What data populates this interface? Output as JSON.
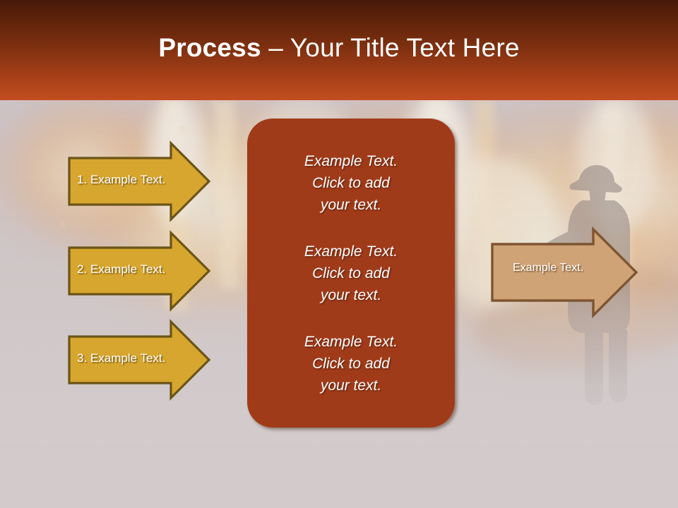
{
  "slide": {
    "title": {
      "bold_part": "Process",
      "rest_part": " – Your Title Text Here"
    },
    "background": {
      "description": "firefighter-spraying-hose-at-fire",
      "base_color": "#d2cacb"
    },
    "theme": {
      "title_gradient_top": "#46190a",
      "title_gradient_bottom": "#c24d20",
      "center_box_color": "#a03b19",
      "input_arrow_fill": "#d7a62e",
      "input_arrow_stroke": "#6b5418",
      "output_arrow_fill": "#cfa376",
      "output_arrow_stroke": "#7d5531",
      "text_color": "#ffffff"
    },
    "input_arrows": [
      {
        "label": "1. Example Text."
      },
      {
        "label": "2. Example Text."
      },
      {
        "label": "3. Example Text."
      }
    ],
    "center_blocks": [
      "Example Text.\nClick  to add\nyour text.",
      "Example Text.\nClick  to add\nyour text.",
      "Example Text.\nClick  to add\nyour text."
    ],
    "output_arrow": {
      "label": "Example Text."
    }
  }
}
